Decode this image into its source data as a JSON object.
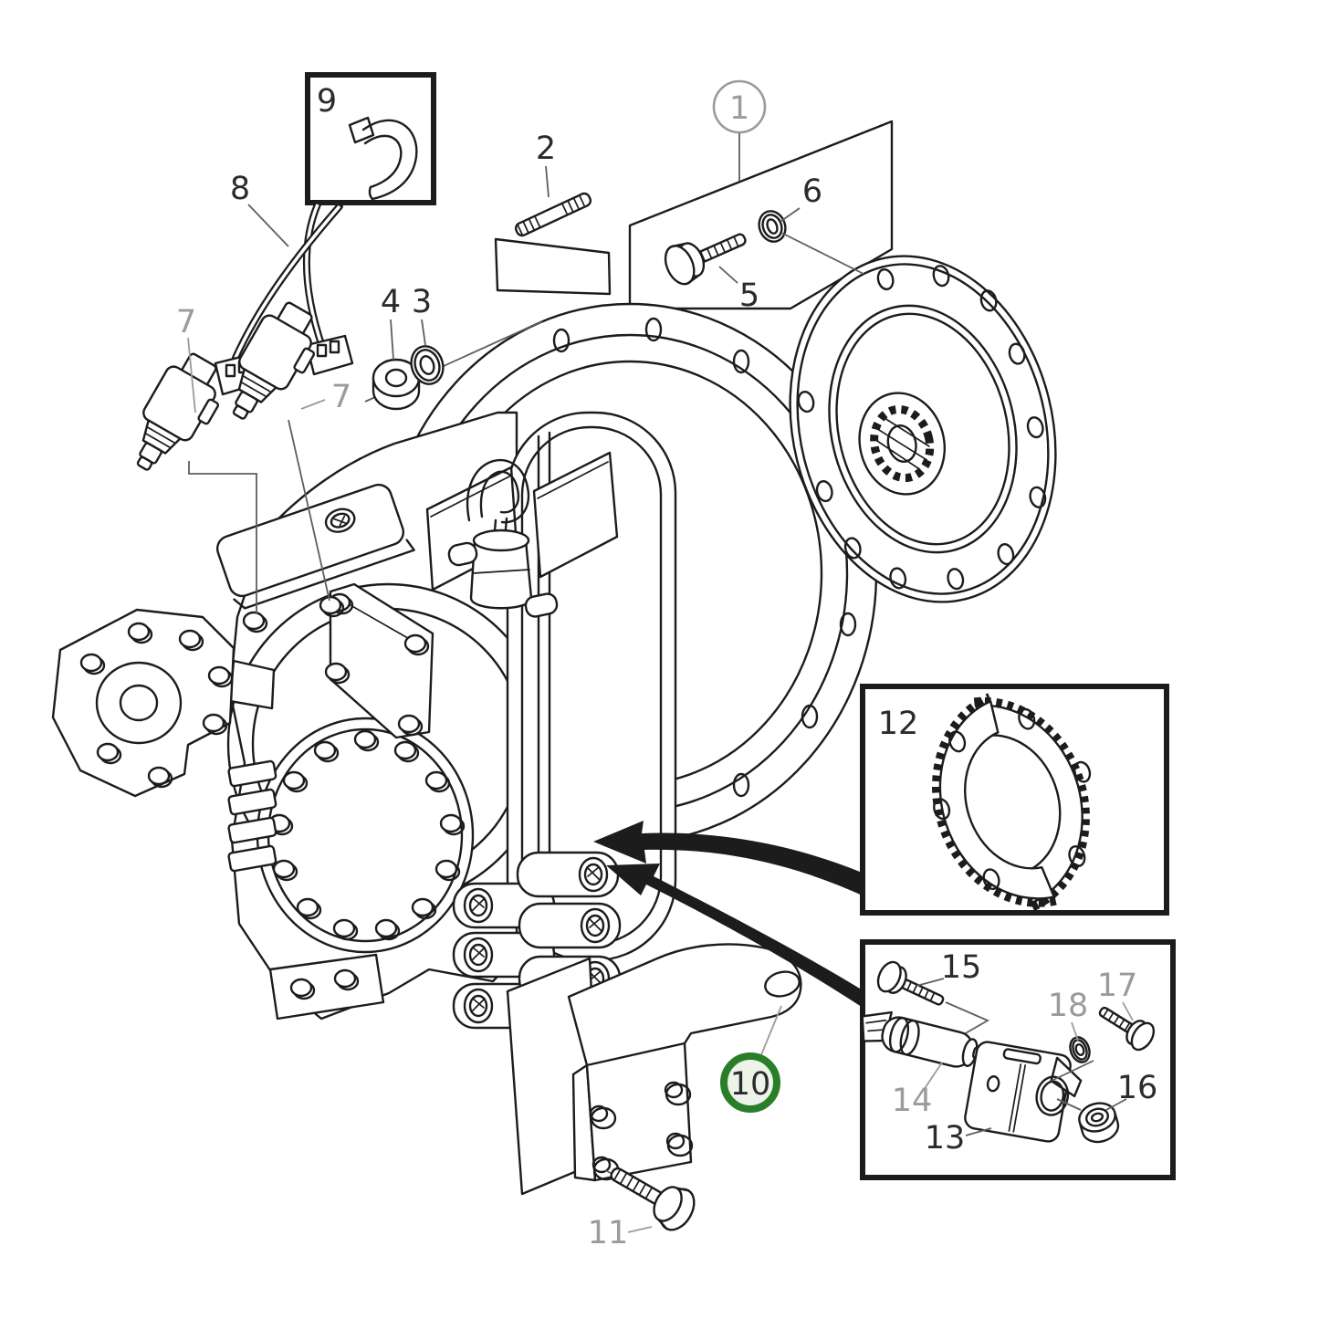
{
  "figure": {
    "kind": "exploded-parts-diagram",
    "colors": {
      "background": "#ffffff",
      "line": "#1c1c1c",
      "label_dark": "#2b2b2b",
      "label_muted": "#9b9b9b",
      "highlight_ring": "#2a7e2a",
      "highlight_fill": "#edf3e9"
    },
    "callouts": {
      "c1": "1",
      "c2": "2",
      "c3": "3",
      "c4": "4",
      "c5": "5",
      "c6": "6",
      "c7a": "7",
      "c7b": "7",
      "c8": "8",
      "c9": "9",
      "c10": "10",
      "c11": "11",
      "c12": "12",
      "c13": "13",
      "c14": "14",
      "c15": "15",
      "c16": "16",
      "c17": "17",
      "c18": "18"
    }
  }
}
